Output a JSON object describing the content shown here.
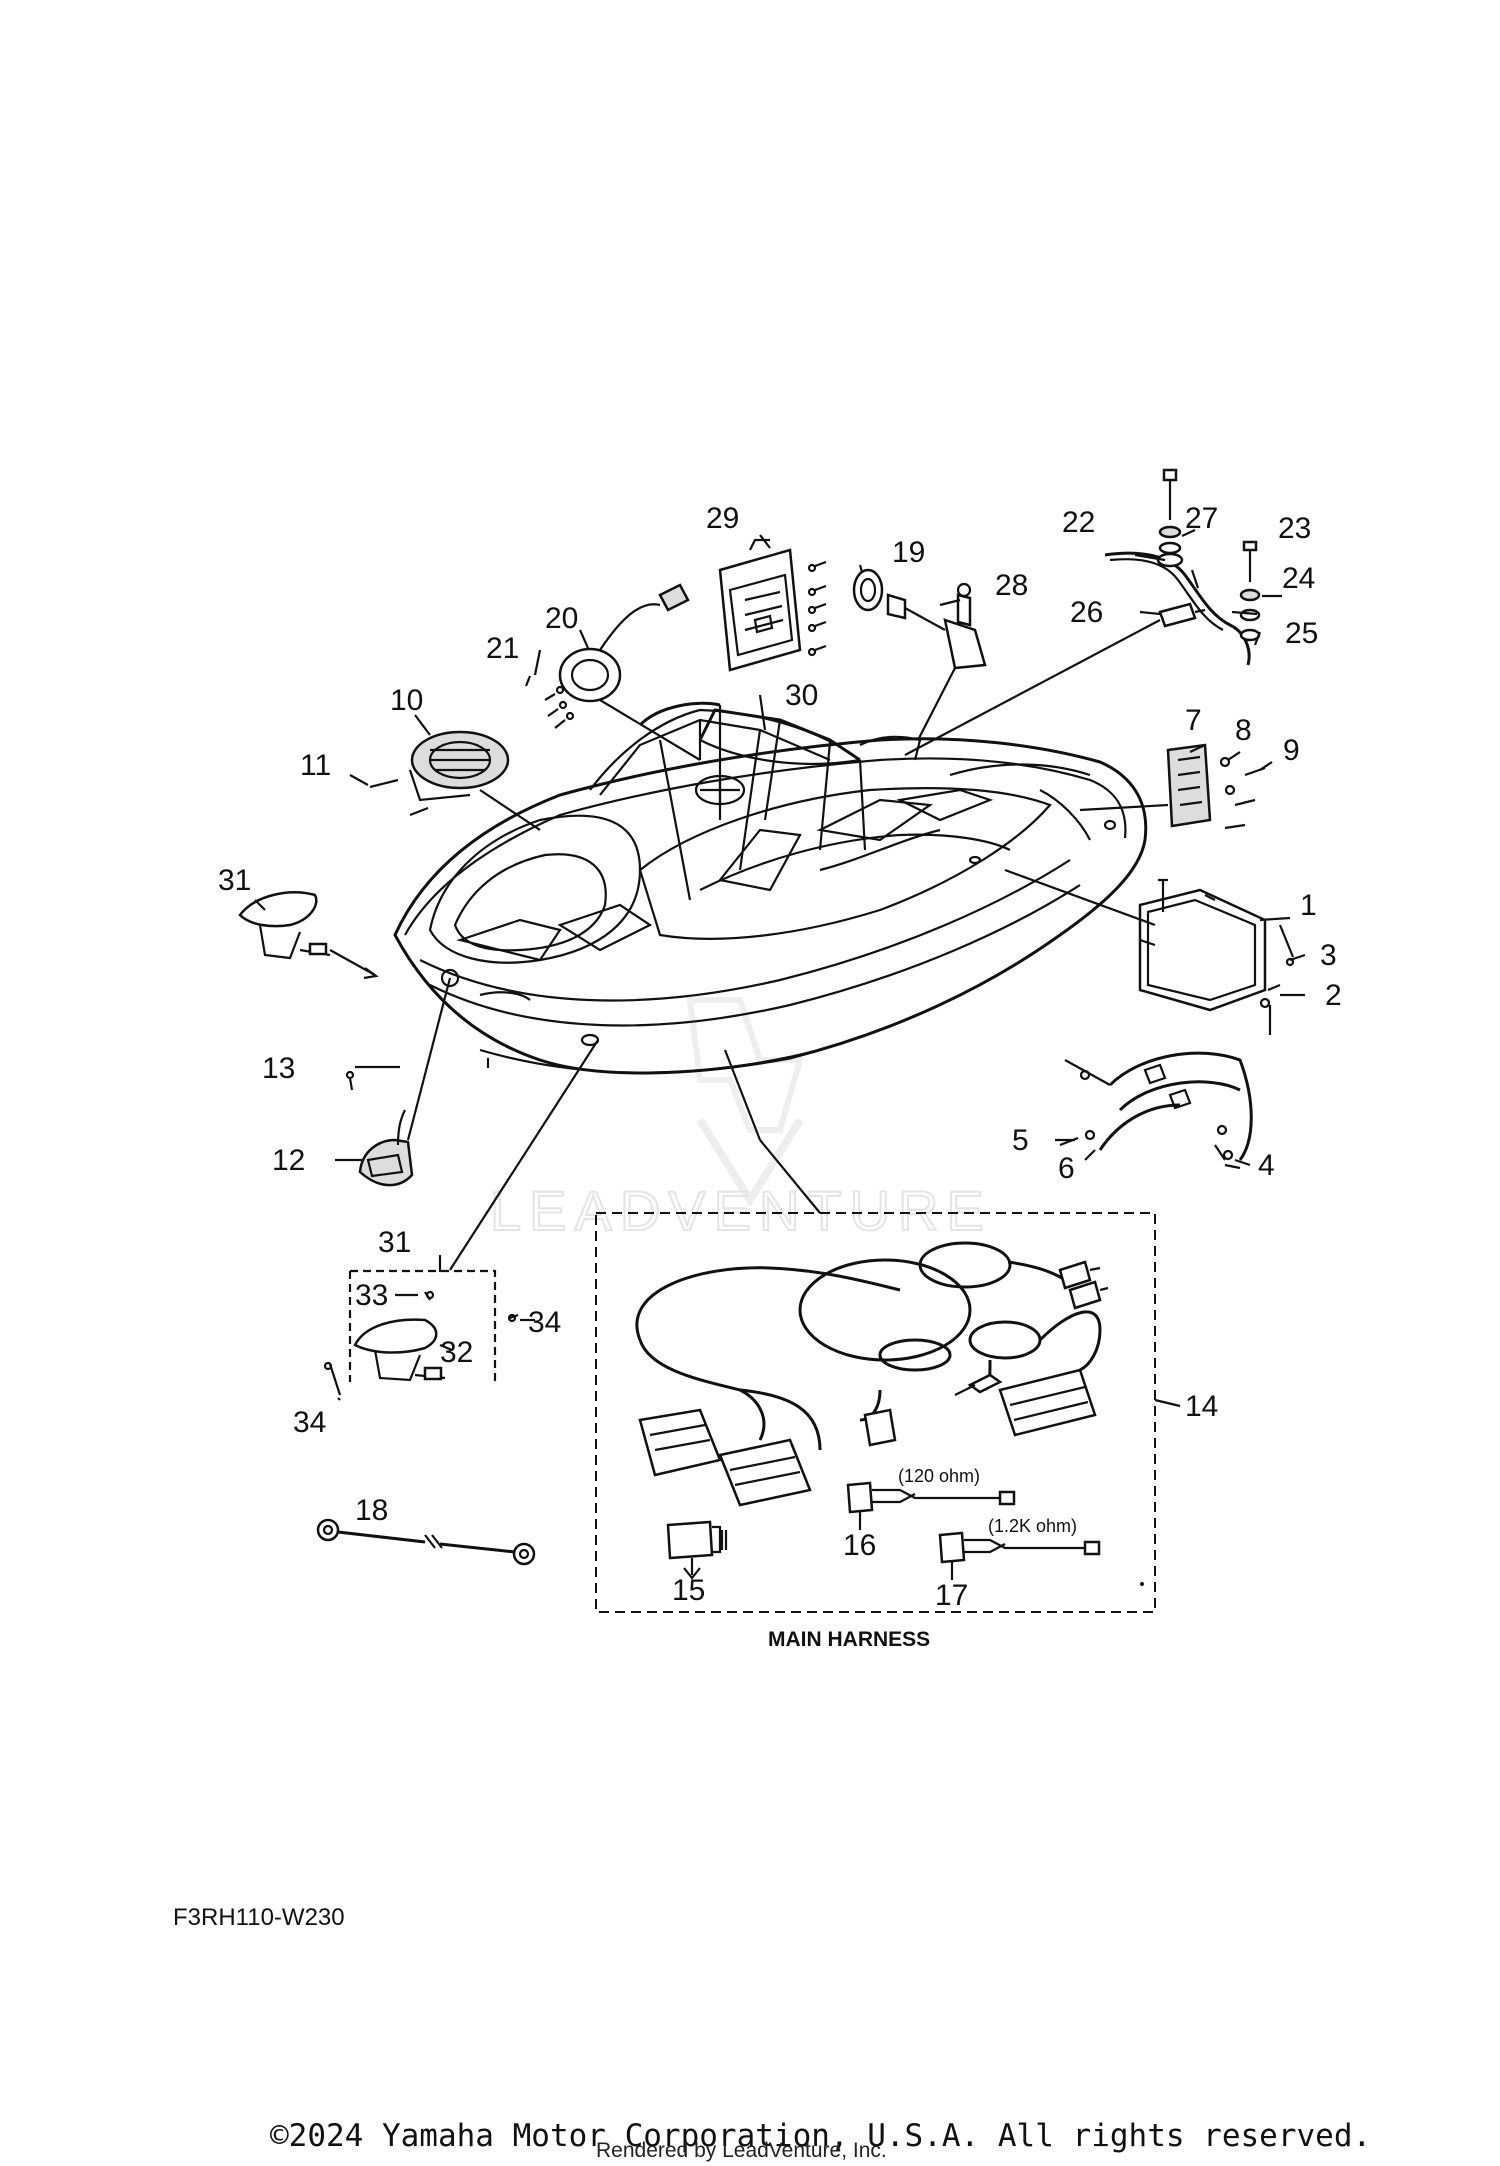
{
  "diagram": {
    "code": "F3RH110-W230",
    "watermark": "LEADVENTURE",
    "callouts": {
      "n1": "1",
      "n2": "2",
      "n3": "3",
      "n4": "4",
      "n5": "5",
      "n6": "6",
      "n7": "7",
      "n8": "8",
      "n9": "9",
      "n10": "10",
      "n11": "11",
      "n12": "12",
      "n13": "13",
      "n14": "14",
      "n15": "15",
      "n16": "16",
      "n17": "17",
      "n18": "18",
      "n19": "19",
      "n20": "20",
      "n21": "21",
      "n22": "22",
      "n23": "23",
      "n24": "24",
      "n25": "25",
      "n26": "26",
      "n27": "27",
      "n28": "28",
      "n29": "29",
      "n30": "30",
      "n31a": "31",
      "n31b": "31",
      "n32": "32",
      "n33": "33",
      "n34a": "34",
      "n34b": "34"
    },
    "harness": {
      "title": "MAIN HARNESS",
      "resistor_16": "(120 ohm)",
      "resistor_17": "(1.2K ohm)"
    }
  },
  "footer": {
    "copyright": "©2024 Yamaha Motor Corporation, U.S.A. All rights reserved.",
    "rendered_by": "Rendered by LeadVenture, Inc."
  }
}
